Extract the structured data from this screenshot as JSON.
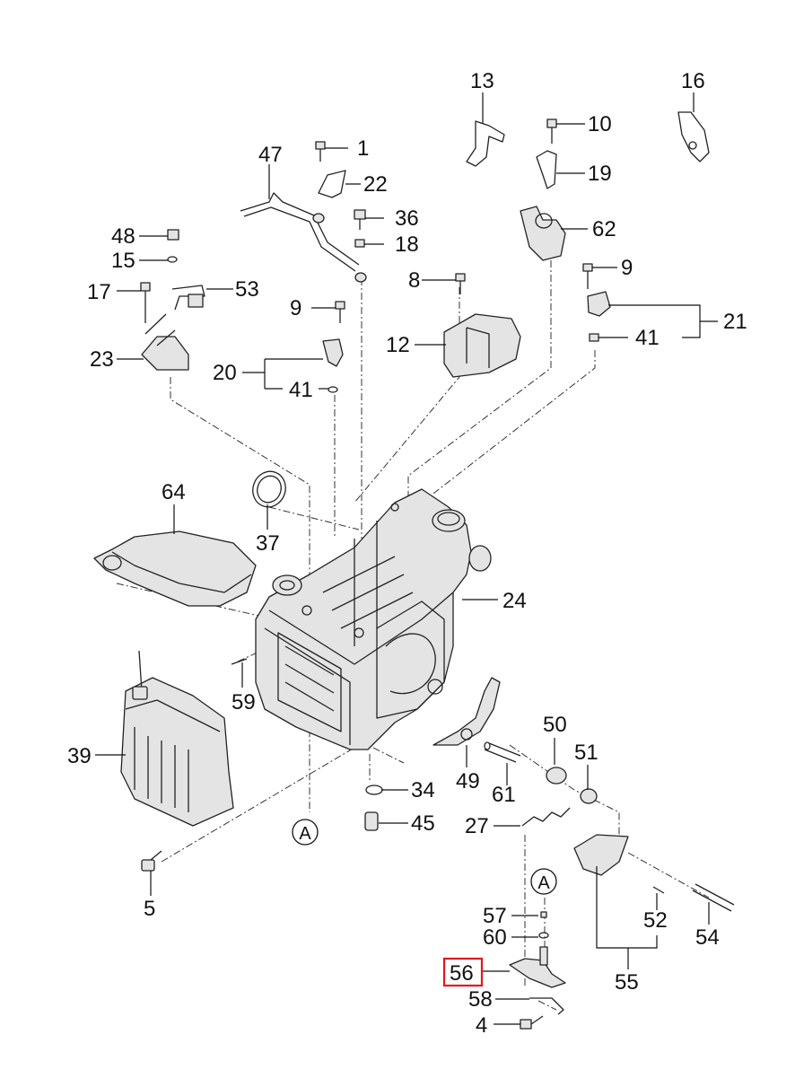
{
  "diagram": {
    "highlight_color": "#e3161b",
    "highlighted_part": "56",
    "ref_marker": "A",
    "ref_marker_bottom": "A",
    "labels": {
      "p1": "1",
      "p4": "4",
      "p5": "5",
      "p8": "8",
      "p9a": "9",
      "p9b": "9",
      "p10": "10",
      "p12": "12",
      "p13": "13",
      "p15": "15",
      "p16": "16",
      "p17": "17",
      "p18": "18",
      "p19": "19",
      "p20": "20",
      "p21": "21",
      "p22": "22",
      "p23": "23",
      "p24": "24",
      "p27": "27",
      "p34": "34",
      "p36": "36",
      "p37": "37",
      "p39": "39",
      "p41a": "41",
      "p41b": "41",
      "p45": "45",
      "p47": "47",
      "p48": "48",
      "p49": "49",
      "p50": "50",
      "p51": "51",
      "p52": "52",
      "p53": "53",
      "p54": "54",
      "p55": "55",
      "p56": "56",
      "p57": "57",
      "p58": "58",
      "p59": "59",
      "p60": "60",
      "p61": "61",
      "p62": "62",
      "p64": "64"
    }
  }
}
